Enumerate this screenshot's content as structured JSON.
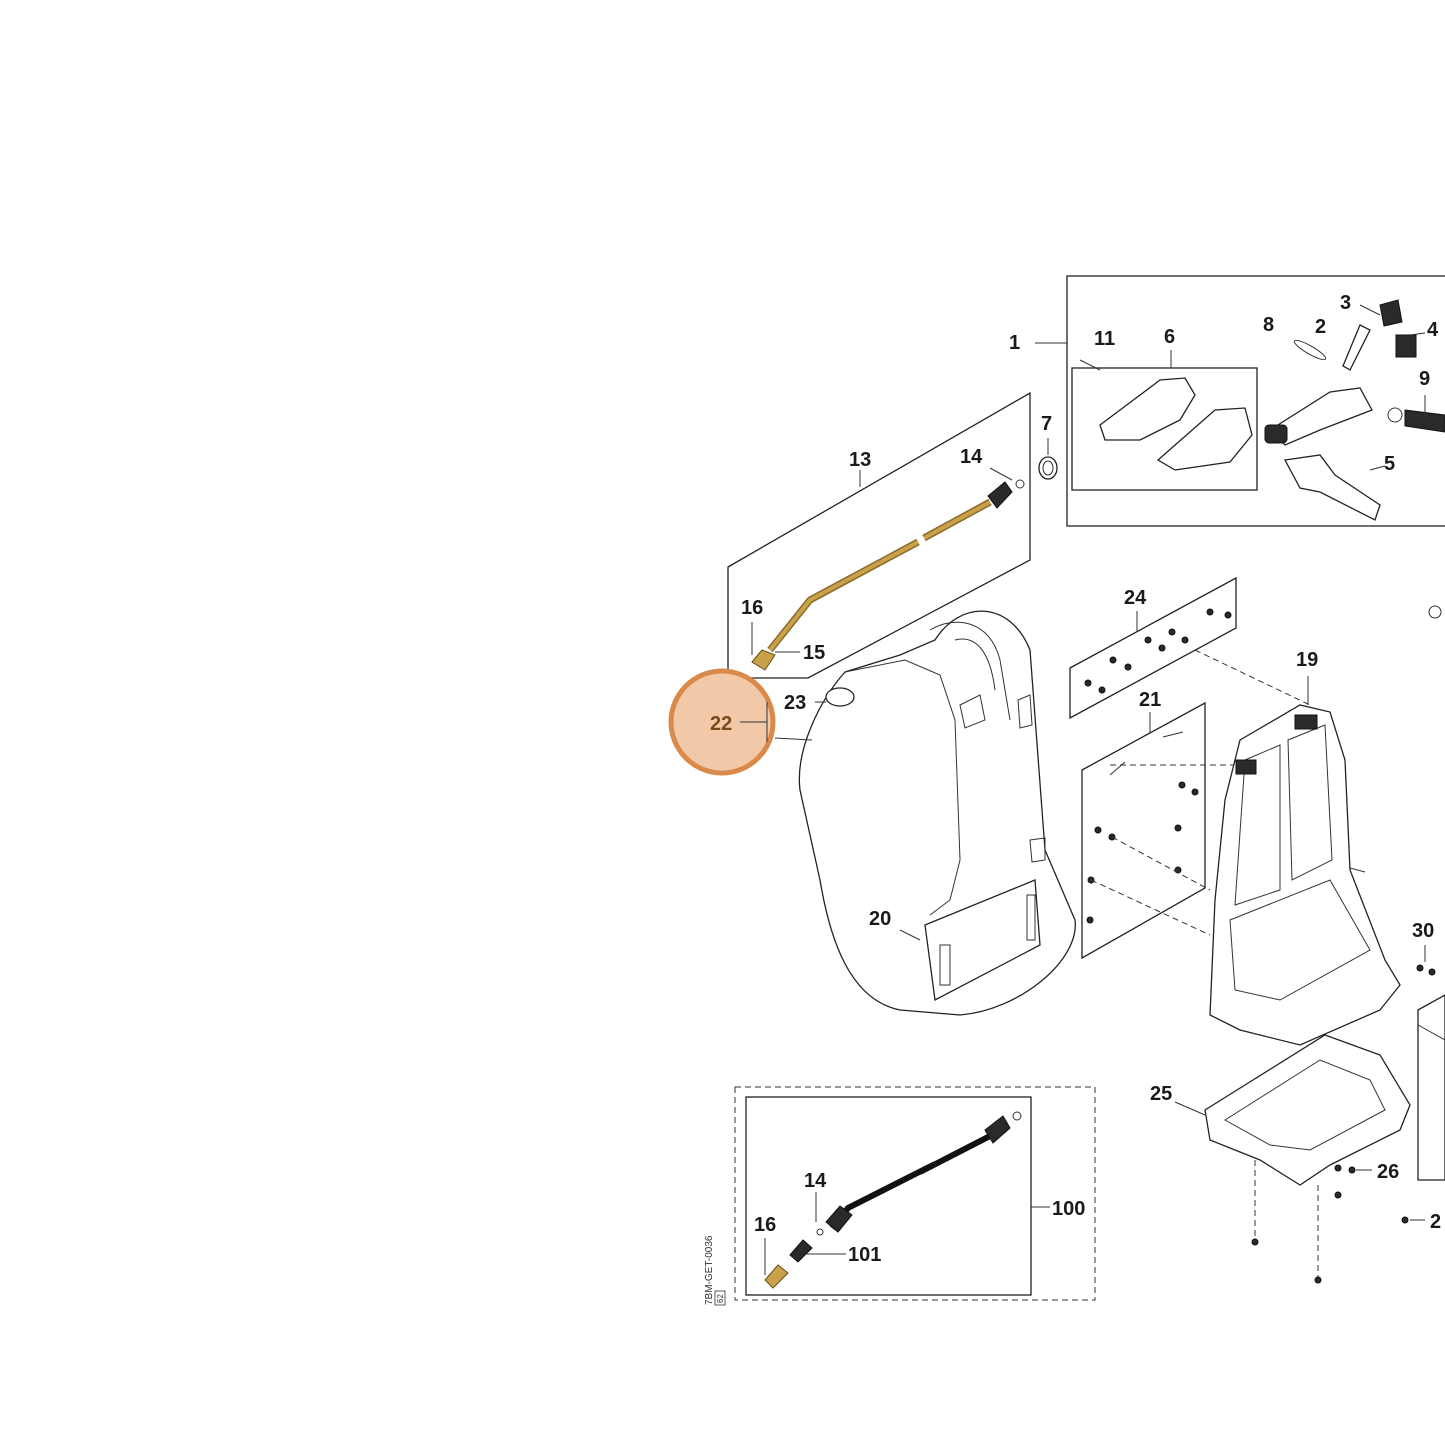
{
  "highlight": {
    "callout": "22",
    "fill_color": "#f1c9a8",
    "ring_color": "#d98a4a"
  },
  "part_numbers": [
    "1",
    "2",
    "3",
    "4",
    "5",
    "6",
    "7",
    "8",
    "9",
    "11",
    "13",
    "14",
    "15",
    "16",
    "19",
    "20",
    "21",
    "23",
    "24",
    "25",
    "26",
    "30",
    "100",
    "101",
    "2"
  ],
  "labels": {
    "p1": "1",
    "p2": "2",
    "p3": "3",
    "p4": "4",
    "p5": "5",
    "p6": "6",
    "p7": "7",
    "p8": "8",
    "p9": "9",
    "p11": "11",
    "p13": "13",
    "p14": "14",
    "p15": "15",
    "p16": "16",
    "p19": "19",
    "p20": "20",
    "p21": "21",
    "p23": "23",
    "p24": "24",
    "p25": "25",
    "p26": "26",
    "p30": "30",
    "p100": "100",
    "p101": "101",
    "p14b": "14",
    "p16b": "16",
    "p2b": "2"
  },
  "drawing_code": "7BM-GET-0036",
  "drawing_code_box": "62"
}
